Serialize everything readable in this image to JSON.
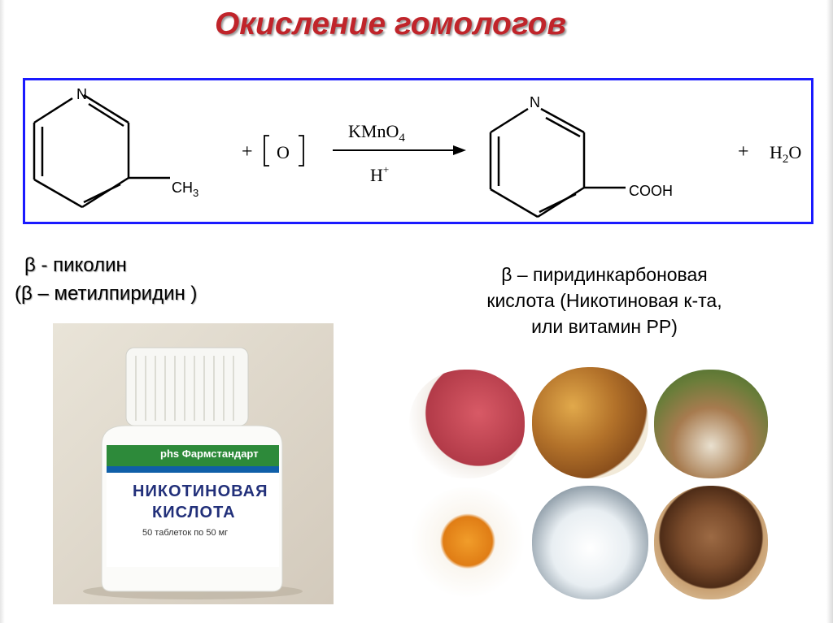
{
  "slide": {
    "title": "Окисление гомологов"
  },
  "reaction": {
    "reactant_N": "N",
    "reactant_substituent": "CH",
    "reactant_substituent_sub": "3",
    "plus1": "+",
    "oxidant": "O",
    "reagent_top": "KMnO",
    "reagent_top_sub": "4",
    "reagent_bottom": "H",
    "reagent_bottom_sup": "+",
    "product_N": "N",
    "product_substituent": "COOH",
    "plus2": "+",
    "water_H": "H",
    "water_sub": "2",
    "water_O": "O"
  },
  "labels": {
    "left_line1": "β -  пиколин",
    "left_line2": "(β – метилпиридин )",
    "right_line1": "β – пиридинкарбоновая",
    "right_line2": "кислота (Никотиновая к-та,",
    "right_line3": "или витамин РР)"
  },
  "bottle": {
    "brand": "phs Фармстандарт",
    "name_line1": "НИКОТИНОВАЯ",
    "name_line2": "КИСЛОТА",
    "dosage": "50 таблеток по 50 мг"
  },
  "colors": {
    "title": "#c0242a",
    "frame": "#1a1aff"
  }
}
